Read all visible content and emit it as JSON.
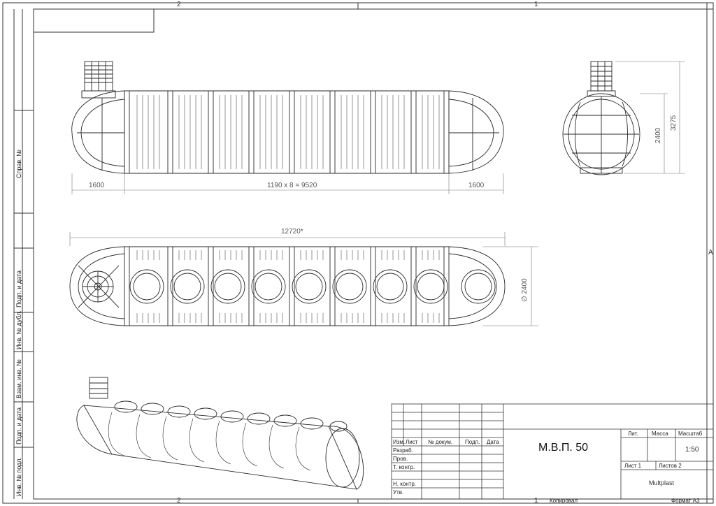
{
  "frame": {
    "zone_top_left": "2",
    "zone_top_right": "1",
    "zone_bottom_left": "2",
    "zone_bottom_right": "1",
    "zone_right": "A"
  },
  "side_stamps": [
    "Справ. №",
    "Подп. и дата",
    "Инв. № дубл.",
    "Взам. инв. №",
    "Подп. и дата",
    "Инв. № подл."
  ],
  "dimensions": {
    "side_left": "1600",
    "side_middle": "1190 x 8 = 9520",
    "side_right": "1600",
    "end_height_inner": "2400",
    "end_height_total": "3275",
    "plan_length": "12720*",
    "plan_diameter": "∅ 2400"
  },
  "title_block": {
    "headers": [
      "Изм.",
      "Лист",
      "№ докум.",
      "Подп.",
      "Дата"
    ],
    "rows": [
      "Разраб.",
      "Пров.",
      "Т. контр.",
      "",
      "Н. контр.",
      "Утв."
    ],
    "designation": "М.В.П. 50",
    "lit_label": "Лит.",
    "mass_label": "Масса",
    "scale_label": "Масштаб",
    "scale_value": "1:50",
    "sheet": "Лист 1",
    "sheets": "Листов 2",
    "company": "Multplast",
    "copied": "Копировал",
    "format": "Формат А3"
  },
  "colors": {
    "line": "#2a2a2a",
    "dim": "#777777"
  }
}
